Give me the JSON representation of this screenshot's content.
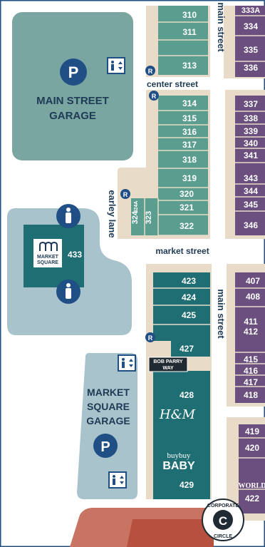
{
  "streets": {
    "main_street_top": "main street",
    "main_street_mid": "main street",
    "center_street": "center street",
    "market_street": "market street",
    "earley_lane": "earley lane"
  },
  "garages": {
    "main": {
      "line1": "MAIN STREET",
      "line2": "GARAGE"
    },
    "market": {
      "line1": "MARKET",
      "line2": "SQUARE",
      "line3": "GARAGE"
    }
  },
  "market_square_logo": {
    "line1": "MARKET",
    "line2": "SQUARE"
  },
  "bob_parry_way": {
    "line1": "BOB PARRY",
    "line2": "WAY"
  },
  "corporate_circle": {
    "top": "CORPORATE",
    "bottom": "CIRCLE",
    "letter": "C"
  },
  "brands": {
    "hm": "H&M",
    "buybuy": "buybuy",
    "baby": "BABY",
    "world": "WORLD"
  },
  "icons": {
    "parking": "P",
    "restroom_marker": "R"
  },
  "units": {
    "teal_top": [
      "310",
      "311",
      "313",
      "314",
      "315",
      "316",
      "317",
      "318",
      "319",
      "320",
      "321",
      "322"
    ],
    "block_433": "433",
    "vertical": [
      "324",
      "323",
      "324A"
    ],
    "dark_teal": [
      "423",
      "424",
      "425",
      "427",
      "428",
      "429"
    ],
    "right_top": [
      "333A",
      "334",
      "335",
      "336"
    ],
    "right_mid": [
      "337",
      "338",
      "339",
      "340",
      "341",
      "343",
      "344",
      "345",
      "346"
    ],
    "right_low": [
      "407",
      "408",
      "411",
      "412",
      "415",
      "416",
      "417",
      "418"
    ],
    "right_bottom": [
      "419",
      "420",
      "422"
    ]
  },
  "colors": {
    "teal": "#5b9e8f",
    "dark_teal": "#1f6e73",
    "purple": "#6b4f7e",
    "garage_teal": "#7aa6a2",
    "pale_blue": "#a9c3cc",
    "navy": "#1f4f85",
    "sidewalk": "#e8dcc9",
    "brick": "#b7513f"
  }
}
